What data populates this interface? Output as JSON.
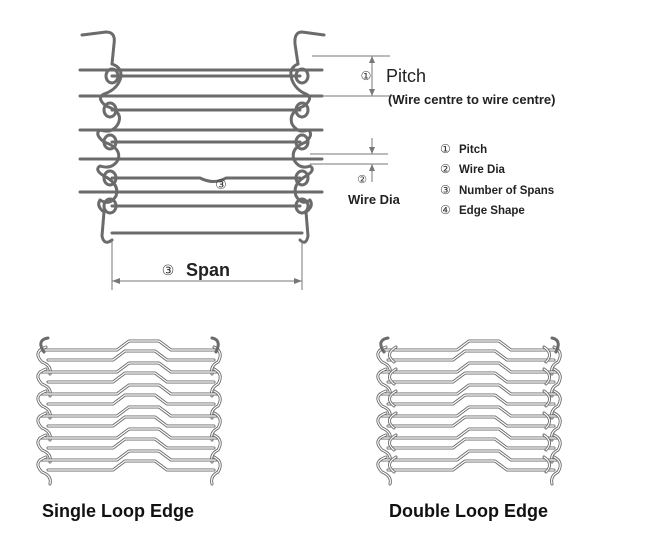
{
  "top": {
    "pitch_label": "Pitch",
    "pitch_note": "(Wire centre to wire centre)",
    "wire_dia_label": "Wire Dia",
    "span_label": "Span",
    "span_marker": "③",
    "center_marker": "③"
  },
  "legend": [
    {
      "marker": "①",
      "text": "Pitch"
    },
    {
      "marker": "②",
      "text": "Wire Dia"
    },
    {
      "marker": "③",
      "text": "Number of Spans"
    },
    {
      "marker": "④",
      "text": "Edge Shape"
    }
  ],
  "captions": {
    "single": "Single Loop Edge",
    "double": "Double Loop Edge"
  }
}
